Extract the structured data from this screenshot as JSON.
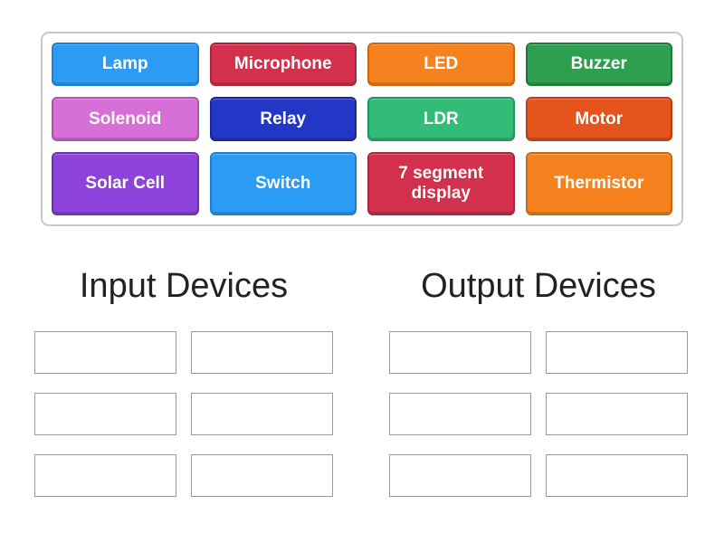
{
  "tray": {
    "tiles": [
      {
        "label": "Lamp",
        "bg": "#2B9BF4",
        "border": "#1B7FD6"
      },
      {
        "label": "Microphone",
        "bg": "#D2304C",
        "border": "#A82440"
      },
      {
        "label": "LED",
        "bg": "#F5821F",
        "border": "#C96812"
      },
      {
        "label": "Buzzer",
        "bg": "#2E9E4F",
        "border": "#20793B"
      },
      {
        "label": "Solenoid",
        "bg": "#D66FD6",
        "border": "#B053B0"
      },
      {
        "label": "Relay",
        "bg": "#2337C6",
        "border": "#18279C"
      },
      {
        "label": "LDR",
        "bg": "#33BC78",
        "border": "#24945C"
      },
      {
        "label": "Motor",
        "bg": "#E5541C",
        "border": "#B84013"
      },
      {
        "label": "Solar Cell",
        "bg": "#8C42DB",
        "border": "#6F31B2"
      },
      {
        "label": "Switch",
        "bg": "#2B9BF4",
        "border": "#1B7FD6"
      },
      {
        "label": "7 segment display",
        "bg": "#D2304C",
        "border": "#A82440"
      },
      {
        "label": "Thermistor",
        "bg": "#F5821F",
        "border": "#C96812"
      }
    ]
  },
  "groups": [
    {
      "title": "Input Devices"
    },
    {
      "title": "Output Devices"
    }
  ]
}
